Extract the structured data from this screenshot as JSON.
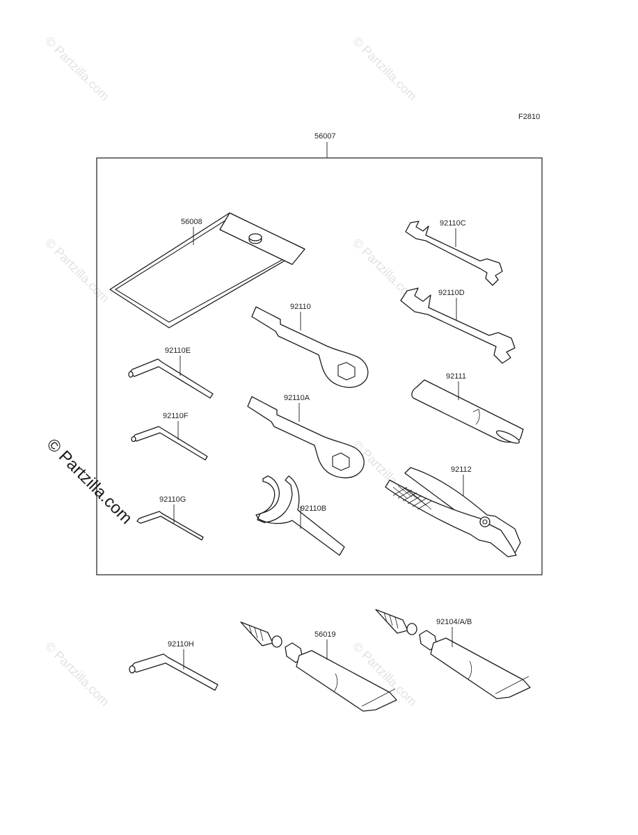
{
  "diagram_code": "F2810",
  "kit_label": "56007",
  "parts": {
    "pouch": "56008",
    "ring_wrench_top": "92110",
    "ring_wrench_bottom": "92110A",
    "hook_spanner": "92110B",
    "open_wrench_small": "92110C",
    "open_wrench_large": "92110D",
    "hex_key_e": "92110E",
    "hex_key_f": "92110F",
    "hex_key_g": "92110G",
    "hex_key_h": "92110H",
    "handle_bar": "92111",
    "pliers": "92112",
    "grease_tube_1": "56019",
    "grease_tube_2": "92104/A/B"
  },
  "watermark": {
    "text": "© Partzilla.com",
    "color": "#e2e2e2",
    "side_color": "#1a1a1a"
  }
}
